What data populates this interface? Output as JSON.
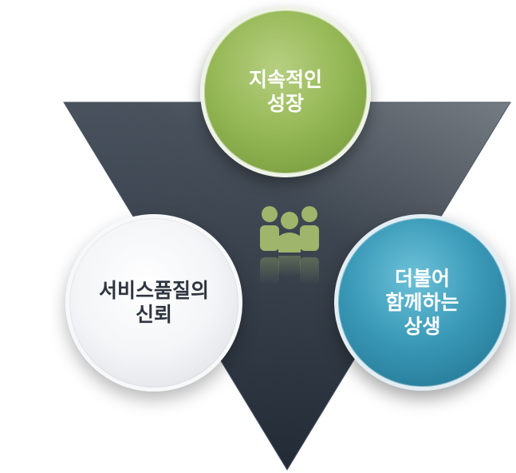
{
  "nodes": {
    "top": {
      "lines": [
        "지속적인",
        "성장"
      ]
    },
    "left": {
      "lines": [
        "서비스품질의",
        "신뢰"
      ]
    },
    "right": {
      "lines": [
        "더불어",
        "함께하는",
        "상생"
      ]
    }
  },
  "colors": {
    "triangle_light": "#7b8690",
    "triangle_dark": "#1f2833",
    "green": "#97b957",
    "grey": "#f4f5f7",
    "blue": "#3a9ab8",
    "people_icon": "#9fb56b"
  },
  "icons": {
    "center": "people-group-icon"
  }
}
